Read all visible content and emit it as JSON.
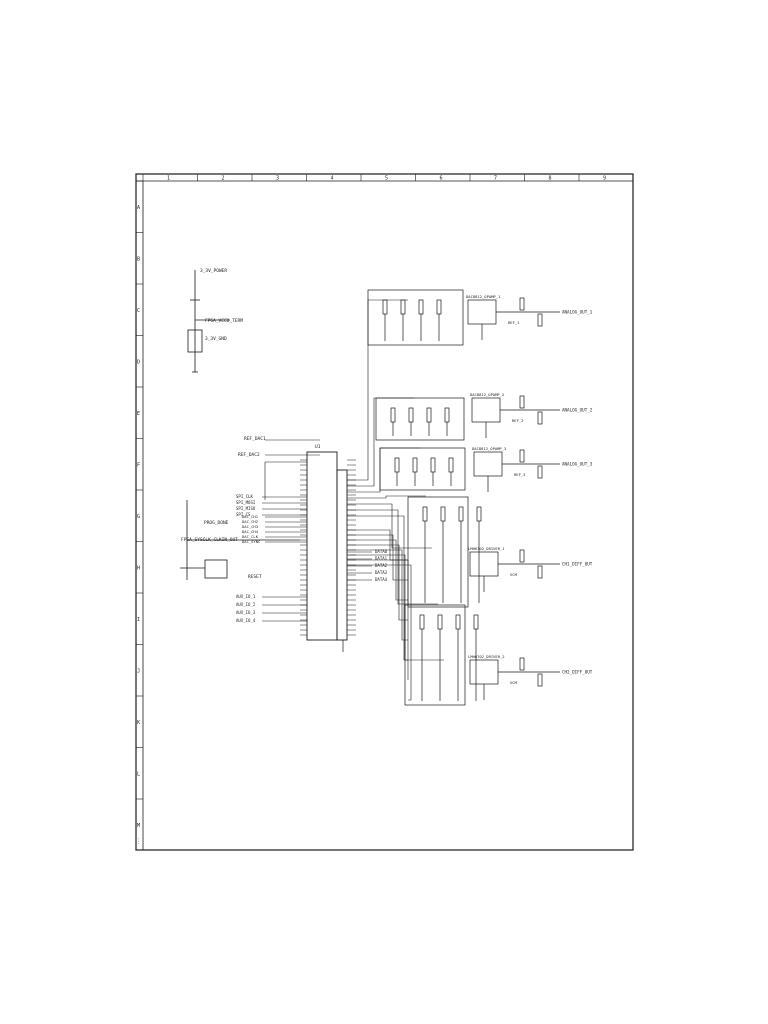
{
  "drawing": {
    "column_labels": [
      "1",
      "2",
      "3",
      "4",
      "5",
      "6",
      "7",
      "8",
      "9"
    ],
    "row_labels": [
      "A",
      "B",
      "C",
      "D",
      "E",
      "F",
      "G",
      "H",
      "I",
      "J",
      "K",
      "L",
      "M"
    ],
    "power_block": {
      "supply_label": "3_3V_POWER",
      "net_label": "FPGA_VCCO_TERM",
      "gnd_label": "3_3V_GND"
    },
    "left_nets": {
      "ref_top": "REF_DAC1",
      "ref_bottom": "REF_DAC2",
      "prog": "PROG_DONE",
      "clk": "FPGA_SYSCLK_CLKIN_OUT",
      "rst": "RESET",
      "spi": [
        "SPI_CLK",
        "SPI_MOSI",
        "SPI_MISO",
        "SPI_CS"
      ],
      "dac_nets": [
        "DAC_CH1",
        "DAC_CH2",
        "DAC_CH3",
        "DAC_CH4",
        "DAC_CLK",
        "DAC_SYNC"
      ],
      "aux_nets": [
        "AUX_IO_1",
        "AUX_IO_2",
        "AUX_IO_3",
        "AUX_IO_4"
      ]
    },
    "fpga": {
      "ref": "U1",
      "mid_nets": [
        "DATA0",
        "DATA1",
        "DATA2",
        "DATA3",
        "DATA4"
      ]
    },
    "channels": [
      {
        "ic": "DAC8812_OPAMP_1",
        "out": "ANALOG_OUT_1",
        "aux": "REF_1"
      },
      {
        "ic": "DAC8812_OPAMP_2",
        "out": "ANALOG_OUT_2",
        "aux": "REF_2"
      },
      {
        "ic": "DAC8812_OPAMP_3",
        "out": "ANALOG_OUT_3",
        "aux": "REF_3"
      },
      {
        "ic": "LMH6702_DRIVER_1",
        "out": "CH1_DIFF_OUT",
        "aux": "VCM"
      },
      {
        "ic": "LMH6702_DRIVER_2",
        "out": "CH2_DIFF_OUT",
        "aux": "VCM"
      }
    ],
    "colors": {
      "line": "#1a1a1a",
      "paper": "#ffffff"
    }
  }
}
